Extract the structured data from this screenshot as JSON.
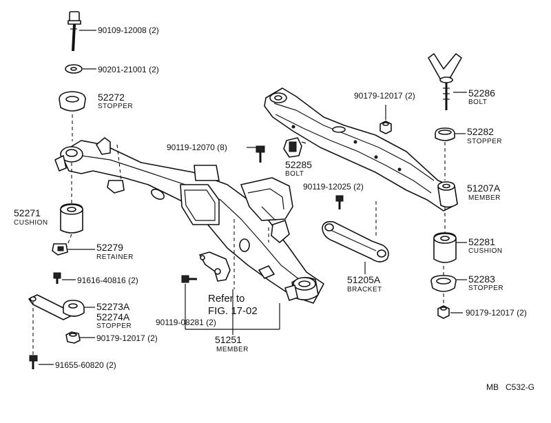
{
  "labels": {
    "p90109": "90109-12008 (2)",
    "p90201": "90201-21001 (2)",
    "p52272_no": "52272",
    "p52272_name": "STOPPER",
    "p90119_12070": "90119-12070 (8)",
    "p52285_no": "52285",
    "p52285_name": "BOLT",
    "p90179_top": "90179-12017 (2)",
    "p52286_no": "52286",
    "p52286_name": "BOLT",
    "p52282_no": "52282",
    "p52282_name": "STOPPER",
    "p90119_12025": "90119-12025 (2)",
    "p51207A_no": "51207A",
    "p51207A_name": "MEMBER",
    "p52271_no": "52271",
    "p52271_name": "CUSHION",
    "p52279_no": "52279",
    "p52279_name": "RETAINER",
    "p52281_no": "52281",
    "p52281_name": "CUSHION",
    "p91616": "91616-40816 (2)",
    "p52283_no": "52283",
    "p52283_name": "STOPPER",
    "p51205A_no": "51205A",
    "p51205A_name": "BRACKET",
    "refer_line1": "Refer to",
    "refer_line2": "FIG. 17-02",
    "p52273A": "52273A",
    "p52274A": "52274A",
    "p5227x_name": "STOPPER",
    "p90119_08281": "90119-08281 (2)",
    "p90179_right": "90179-12017 (2)",
    "p51251_no": "51251",
    "p51251_name": "MEMBER",
    "p90179_left": "90179-12017 (2)",
    "p91655": "91655-60820 (2)",
    "diagram_code": "MB   C532-G"
  }
}
